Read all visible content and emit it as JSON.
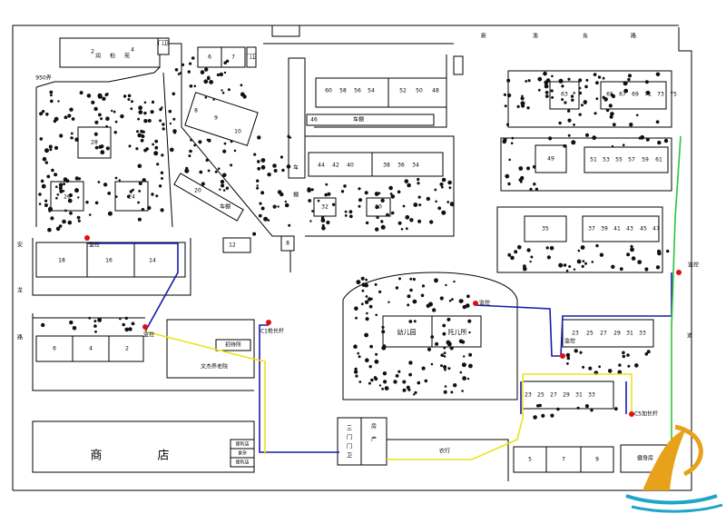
{
  "roads": {
    "xindu_east": [
      "新",
      "渔",
      "东",
      "路"
    ],
    "anlong": [
      "安",
      "龙",
      "路"
    ],
    "road_right": "道",
    "nonghang": "农行"
  },
  "buildings": {
    "chuan_bo_yuan": [
      "2",
      "润",
      "柏",
      "苑",
      "4"
    ],
    "gate_top": "门卫",
    "gate_mid": "门卫",
    "num_950": "950弄",
    "b6": "6",
    "b7": "7",
    "b8": "8",
    "b9": "9",
    "b10": "10",
    "row_top": [
      "60",
      "58",
      "56",
      "54",
      "52",
      "50",
      "48"
    ],
    "b46": "46",
    "chepeng1": "车棚",
    "chepeng_v": [
      "车",
      "棚"
    ],
    "b28": "28",
    "b26": "26",
    "b24": "24",
    "b20": "20",
    "chepeng2": "车棚",
    "row_44": [
      "44",
      "42",
      "40"
    ],
    "row_38": [
      "38",
      "36",
      "34"
    ],
    "b32": "32",
    "b30": "30",
    "b12": "12",
    "b8b": "8",
    "row_18": [
      "18",
      "16",
      "14"
    ],
    "row_6": [
      "6",
      "4",
      "2"
    ],
    "zhaodaisuo": "招待所",
    "wenjie": "文杰养老院",
    "shangdian": [
      "商",
      "店"
    ],
    "small_shops": [
      "便利店",
      "食杂",
      "便利店"
    ],
    "three_gate": [
      "三",
      "门",
      "门",
      "卫"
    ],
    "fangchan": [
      "房",
      "产"
    ],
    "b63": "63",
    "row_65": [
      "65",
      "67",
      "69",
      "71",
      "73",
      "75"
    ],
    "b49": "49",
    "row_51": [
      "51",
      "53",
      "55",
      "57",
      "59",
      "61"
    ],
    "b35": "35",
    "row_37": [
      "37",
      "39",
      "41",
      "43",
      "45",
      "47"
    ],
    "youeryuan": "幼儿园",
    "tuoersuo": "托儿所",
    "row_23a": [
      "23",
      "25",
      "27",
      "29",
      "31",
      "33"
    ],
    "row_23b": [
      "23",
      "25",
      "27",
      "29",
      "31",
      "33"
    ],
    "row_579": [
      "5",
      "7",
      "9"
    ],
    "jianshenfang": "健身房"
  },
  "cameras": {
    "c1": "监控",
    "c2": "监控",
    "c3": "C1枪长杆",
    "c4": "监控",
    "c5": "监控",
    "c6": "C5加长杆",
    "c7": "监控"
  },
  "colors": {
    "route_blue": "#1a1aa8",
    "route_yellow": "#ece21a",
    "route_green": "#2bc43a",
    "camera": "#e01010"
  }
}
